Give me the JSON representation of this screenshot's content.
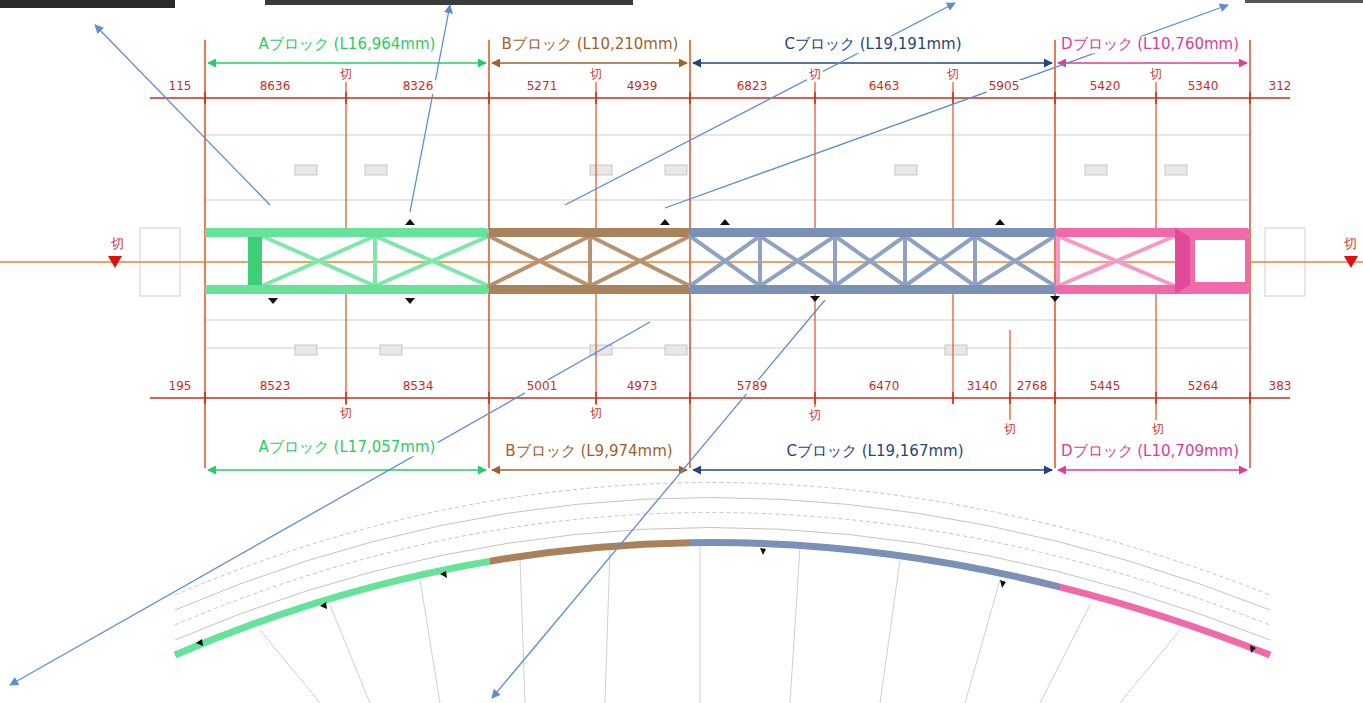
{
  "diagram": {
    "labels": [
      "Aブロック (L16,964mm)",
      "Bブロック (L10,210mm)",
      "Cブロック (L19,191mm)",
      "Dブロック (L10,760mm)",
      "切",
      "切",
      "切",
      "切",
      "切",
      "115",
      "8636",
      "8326",
      "5271",
      "4939",
      "6823",
      "6463",
      "5905",
      "5420",
      "5340",
      "312",
      "切",
      "切",
      "195",
      "8523",
      "8534",
      "5001",
      "4973",
      "5789",
      "6470",
      "3140",
      "2768",
      "5445",
      "5264",
      "383",
      "切",
      "切",
      "切",
      "切",
      "切",
      "Aブロック (L17,057mm)",
      "Bブロック (L9,974mm)",
      "Cブロック (L19,167mm)",
      "Dブロック (L10,709mm)"
    ]
  }
}
